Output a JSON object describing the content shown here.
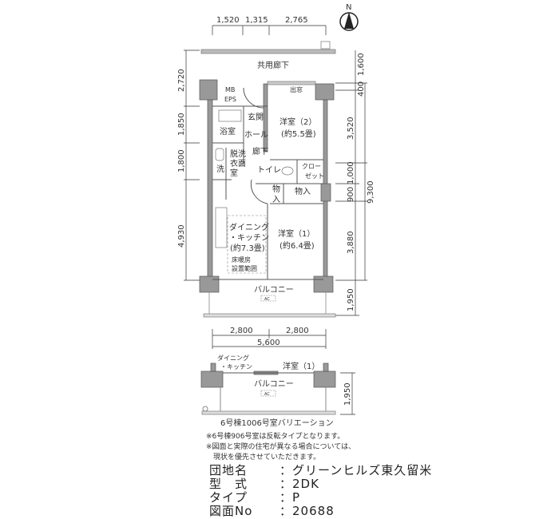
{
  "compass": {
    "label": "N"
  },
  "top_dims": [
    "1,520",
    "1,315",
    "2,765"
  ],
  "left_dims": [
    "2,720",
    "1,850",
    "1,800",
    "4,930"
  ],
  "right_dims": [
    "1,600",
    "400",
    "3,520",
    "1,000",
    "900",
    "3,880",
    "1,950"
  ],
  "right_total": "9,300",
  "bottom_dims": [
    "2,800",
    "2,800"
  ],
  "bottom_total": "5,600",
  "rooms": {
    "corridor": "共用廊下",
    "mb": "MB",
    "eps": "EPS",
    "bay": "出窓",
    "entrance": "玄関",
    "hall": "ホール",
    "bath": "浴室",
    "hallway": "廊下",
    "washroom": [
      "脱洗",
      "衣面",
      "室"
    ],
    "washer": "洗",
    "toilet": "トイレ",
    "closet": [
      "クロー",
      "ゼット"
    ],
    "storage1": [
      "物",
      "入"
    ],
    "storage2": "物入",
    "western2": "洋室（2）",
    "western2_size": "(約5.5畳)",
    "dk": [
      "ダイニング",
      "・キッチン",
      "(約7.3畳)"
    ],
    "floor_heating": [
      "床暖房",
      "設置範囲"
    ],
    "western1": "洋室（1）",
    "western1_size": "(約6.4畳)",
    "balcony": "バルコニー",
    "ac": "AC"
  },
  "variation": {
    "dk": [
      "ダイニング",
      "・キッチン"
    ],
    "western1": "洋室（1）",
    "balcony": "バルコニー",
    "ac": "AC",
    "dim": "1,950",
    "caption": "6号棟1006号室バリエーション"
  },
  "notes": [
    "※6号棟906号室は反転タイプとなります。",
    "※図面と実際の住宅が異なる場合については、",
    "　現状を優先させていただきます。"
  ],
  "info": [
    {
      "label": "団地名",
      "value": "グリーンヒルズ東久留米"
    },
    {
      "label": "型　式",
      "value": "2DK"
    },
    {
      "label": "タイプ",
      "value": "P"
    },
    {
      "label": "図面No",
      "value": "20688"
    }
  ]
}
